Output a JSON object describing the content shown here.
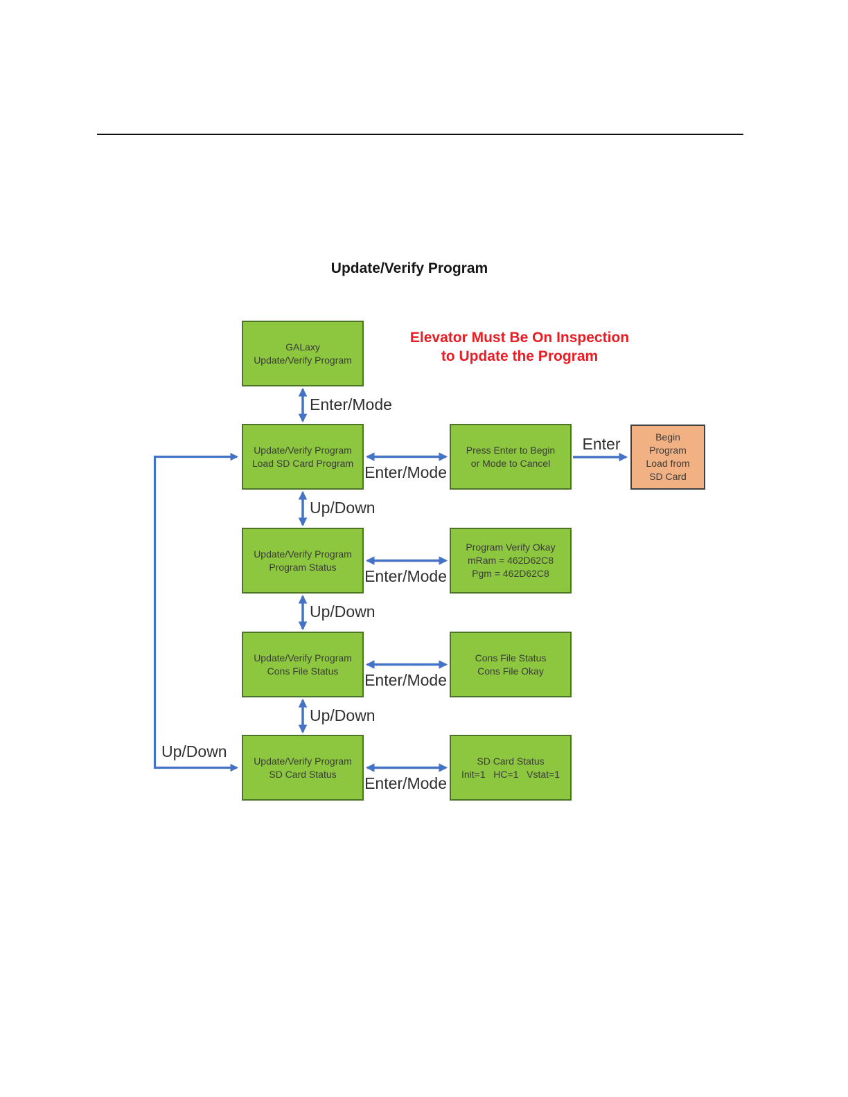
{
  "page": {
    "title": "Update/Verify Program"
  },
  "warning": {
    "line1": "Elevator Must Be On Inspection",
    "line2": "to Update the Program"
  },
  "colors": {
    "green_fill": "#8dc63f",
    "green_border": "#4d7328",
    "orange_fill": "#f2b183",
    "orange_border": "#3f3f3f",
    "arrow_blue": "#4472c4",
    "warning_red": "#ea1d25",
    "box_text": "#3b3b3b",
    "label_text": "#2f2f2f"
  },
  "boxes": {
    "galaxy": {
      "lines": [
        "GALaxy",
        "Update/Verify Program"
      ]
    },
    "load_sd_card": {
      "lines": [
        "Update/Verify Program",
        "Load SD Card Program"
      ]
    },
    "program_status": {
      "lines": [
        "Update/Verify Program",
        "Program Status"
      ]
    },
    "cons_file_status": {
      "lines": [
        "Update/Verify Program",
        "Cons File Status"
      ]
    },
    "sd_card_status": {
      "lines": [
        "Update/Verify Program",
        "SD Card Status"
      ]
    },
    "press_enter": {
      "lines": [
        "Press Enter to Begin",
        "or Mode to Cancel"
      ]
    },
    "program_verify": {
      "lines": [
        "Program Verify Okay",
        "mRam = 462D62C8",
        "Pgm = 462D62C8"
      ]
    },
    "cons_file_okay": {
      "lines": [
        "Cons File Status",
        "Cons File Okay"
      ]
    },
    "sd_card_detail": {
      "lines": [
        "SD Card Status",
        "Init=1   HC=1   Vstat=1"
      ]
    },
    "begin_load": {
      "lines": [
        "Begin",
        "Program",
        "Load from",
        "SD Card"
      ]
    }
  },
  "labels": {
    "enter_mode": "Enter/Mode",
    "up_down": "Up/Down",
    "enter": "Enter"
  }
}
